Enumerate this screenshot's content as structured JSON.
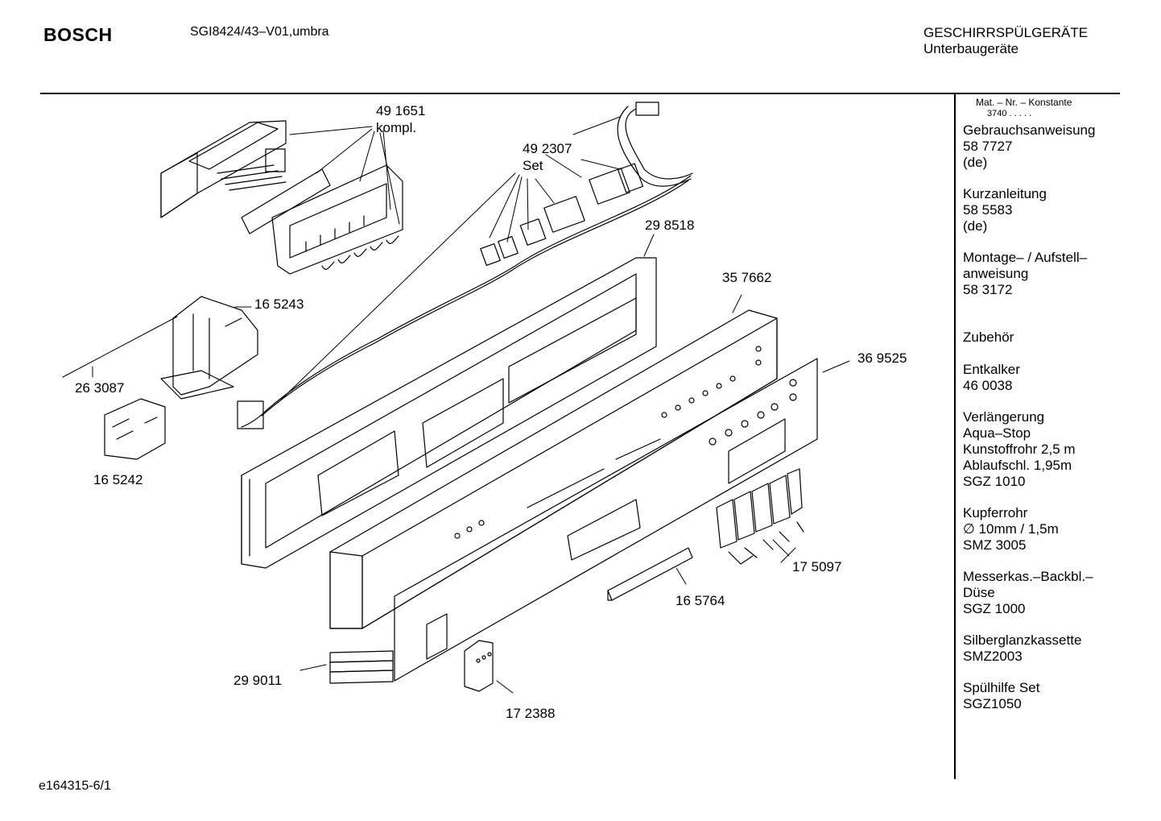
{
  "header": {
    "brand": "BOSCH",
    "model": "SGI8424/43–V01,umbra",
    "category_line1": "GESCHIRRSPÜLGERÄTE",
    "category_line2": "Unterbaugeräte"
  },
  "sidebar": {
    "mat_header": "Mat. – Nr. – Konstante",
    "mat_value": "3740  .  .  .  .  .",
    "groups": [
      {
        "lines": [
          "Gebrauchsanweisung",
          "58 7727",
          "(de)"
        ]
      },
      {
        "lines": [
          "Kurzanleitung",
          "58 5583",
          "(de)"
        ]
      },
      {
        "lines": [
          "Montage– / Aufstell–",
          "anweisung",
          "58 3172"
        ]
      },
      {
        "lines": [
          "Zubehör"
        ]
      },
      {
        "lines": [
          "Entkalker",
          "46 0038"
        ]
      },
      {
        "lines": [
          "Verlängerung",
          "Aqua–Stop",
          "Kunstoffrohr 2,5 m",
          "Ablaufschl. 1,95m",
          "SGZ 1010"
        ]
      },
      {
        "lines": [
          "Kupferrohr",
          "∅ 10mm / 1,5m",
          "SMZ 3005"
        ]
      },
      {
        "lines": [
          "Messerkas.–Backbl.–",
          "Düse",
          "SGZ 1000"
        ]
      },
      {
        "lines": [
          "Silberglanzkassette",
          "SMZ2003"
        ]
      },
      {
        "lines": [
          "Spülhilfe Set",
          "SGZ1050"
        ]
      }
    ]
  },
  "parts": {
    "p491651": "49 1651",
    "p491651_sub": "kompl.",
    "p492307": "49 2307",
    "p492307_sub": "Set",
    "p298518": "29 8518",
    "p357662": "35 7662",
    "p369525": "36 9525",
    "p165243": "16 5243",
    "p263087": "26 3087",
    "p165242": "16 5242",
    "p175097": "17 5097",
    "p165764": "16 5764",
    "p299011": "29 9011",
    "p172388": "17 2388"
  },
  "footer": {
    "code": "e164315-6/1"
  }
}
